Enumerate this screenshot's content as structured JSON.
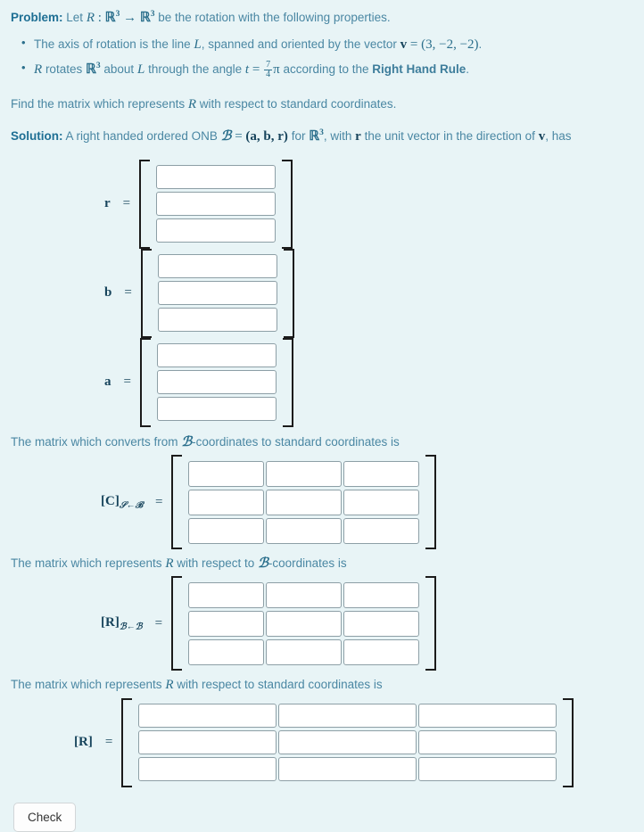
{
  "problem": {
    "label": "Problem:",
    "intro_before": "Let",
    "intro_map": "R : ℝ³ → ℝ³",
    "intro_after": "be the rotation with the following properties.",
    "bullets": [
      {
        "text_1": "The axis of rotation is the line",
        "sym_line": "L",
        "text_2": ", spanned and oriented by the vector",
        "sym_vector": "v",
        "equals": "=",
        "vector_value": "(3, −2, −2)",
        "period": "."
      },
      {
        "sym_R": "R",
        "text_1": "rotates",
        "sym_space": "ℝ³",
        "text_2": "about",
        "sym_line": "L",
        "text_3": "through the angle",
        "sym_t": "t",
        "equals": "=",
        "fraction_numerator": "7",
        "fraction_denominator": "4",
        "pi": "π",
        "text_4": "according to the",
        "rule": "Right Hand Rule",
        "period": "."
      }
    ],
    "find_line_1": "Find the matrix which represents",
    "find_sym": "R",
    "find_line_2": "with respect to standard coordinates."
  },
  "solution": {
    "label": "Solution:",
    "text_1": "A right handed ordered ONB",
    "basis_sym": "ℬ",
    "equals": "=",
    "basis_tuple": "(a, b, r)",
    "text_2": "for",
    "space_sym": "ℝ³",
    "text_3": ", with",
    "unit_sym": "r",
    "text_4": "the unit vector in the direction of",
    "vector_sym": "v",
    "text_5": ", has"
  },
  "vectors": [
    {
      "name": "r",
      "label": "r",
      "equals": "=",
      "rows": [
        "",
        "",
        ""
      ]
    },
    {
      "name": "b",
      "label": "b",
      "equals": "=",
      "rows": [
        "",
        "",
        ""
      ]
    },
    {
      "name": "a",
      "label": "a",
      "equals": "=",
      "rows": [
        "",
        "",
        ""
      ]
    }
  ],
  "matrices": [
    {
      "caption_1": "The matrix which converts from",
      "caption_basis": "ℬ",
      "caption_2": "-coordinates to standard coordinates is",
      "label_main": "[C]",
      "label_sub": "𝒮←ℬ",
      "equals": "=",
      "rows": [
        [
          "",
          "",
          ""
        ],
        [
          "",
          "",
          ""
        ],
        [
          "",
          "",
          ""
        ]
      ]
    },
    {
      "caption_1": "The matrix which represents",
      "caption_sym": "R",
      "caption_2": "with respect to",
      "caption_basis": "ℬ",
      "caption_3": "-coordinates is",
      "label_main": "[R]",
      "label_sub": "ℬ←ℬ",
      "equals": "=",
      "rows": [
        [
          "",
          "",
          ""
        ],
        [
          "",
          "",
          ""
        ],
        [
          "",
          "",
          ""
        ]
      ]
    },
    {
      "caption_1": "The matrix which represents",
      "caption_sym": "R",
      "caption_2": "with respect to standard coordinates is",
      "label_main": "[R]",
      "label_sub": "",
      "equals": "=",
      "rows": [
        [
          "",
          "",
          ""
        ],
        [
          "",
          "",
          ""
        ],
        [
          "",
          "",
          ""
        ]
      ]
    }
  ],
  "actions": {
    "check_label": "Check"
  },
  "colors": {
    "background": "#e8f4f6",
    "body_text": "#4a87a3",
    "heading_text": "#1e6f94",
    "math_text": "#2b6f8c",
    "bracket": "#1b1b1b",
    "input_border": "#8d9fa6",
    "input_bg": "#ffffff"
  }
}
